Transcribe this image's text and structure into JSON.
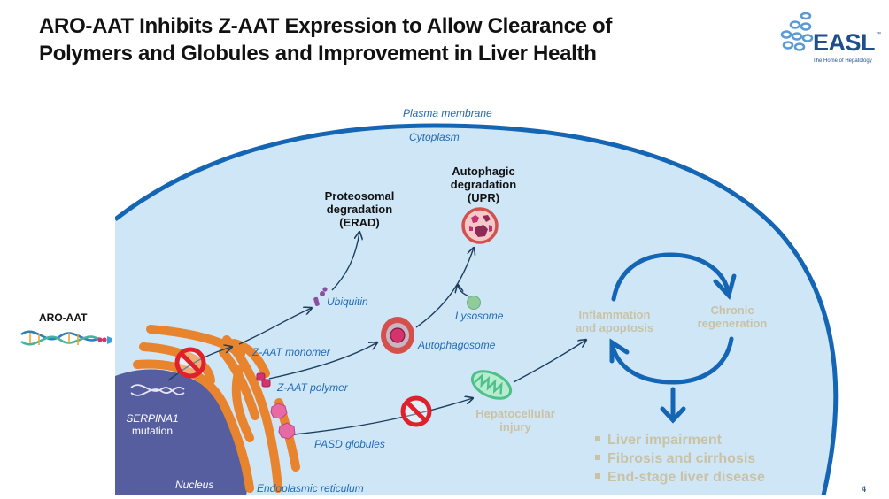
{
  "slide": {
    "title_lines": [
      "ARO-AAT Inhibits Z-AAT Expression to Allow Clearance of",
      "Polymers and Globules and Improvement in Liver Health"
    ],
    "page_number": "4"
  },
  "logo": {
    "name": "EASL",
    "trademark": "™",
    "tagline": "The Home of Hepatology",
    "color": "#1f4e8c"
  },
  "diagram": {
    "colors": {
      "cytoplasm": "#cfe6f7",
      "membrane": "#1565b5",
      "nucleus": "#565ea0",
      "er": "#e8832e",
      "label_blue": "#1e6bb8",
      "muted_text": "#c9c2a6",
      "inhibit_red": "#e0202a",
      "mitochondrion": "#4ec08a",
      "lysosome": "#8fcb9b"
    },
    "drug": {
      "label": "ARO-AAT"
    },
    "compartments": {
      "plasma_membrane": "Plasma membrane",
      "cytoplasm": "Cytoplasm",
      "nucleus": "Nucleus",
      "er": "Endoplasmic reticulum"
    },
    "gene": {
      "name": "SERPINA1",
      "suffix": "mutation"
    },
    "molecules": {
      "monomer": "Z-AAT monomer",
      "polymer": "Z-AAT polymer",
      "globules": "PASD globules",
      "ubiquitin": "Ubiquitin",
      "autophagosome": "Autophagosome",
      "lysosome": "Lysosome"
    },
    "pathways": {
      "erad": [
        "Proteosomal",
        "degradation",
        "(ERAD)"
      ],
      "upr": [
        "Autophagic",
        "degradation",
        "(UPR)"
      ]
    },
    "injury": [
      "Hepatocellular",
      "injury"
    ],
    "cycle": {
      "left": [
        "Inflammation",
        "and apoptosis"
      ],
      "right": [
        "Chronic",
        "regeneration"
      ]
    },
    "outcomes": [
      "Liver impairment",
      "Fibrosis and cirrhosis",
      "End-stage liver disease"
    ]
  }
}
